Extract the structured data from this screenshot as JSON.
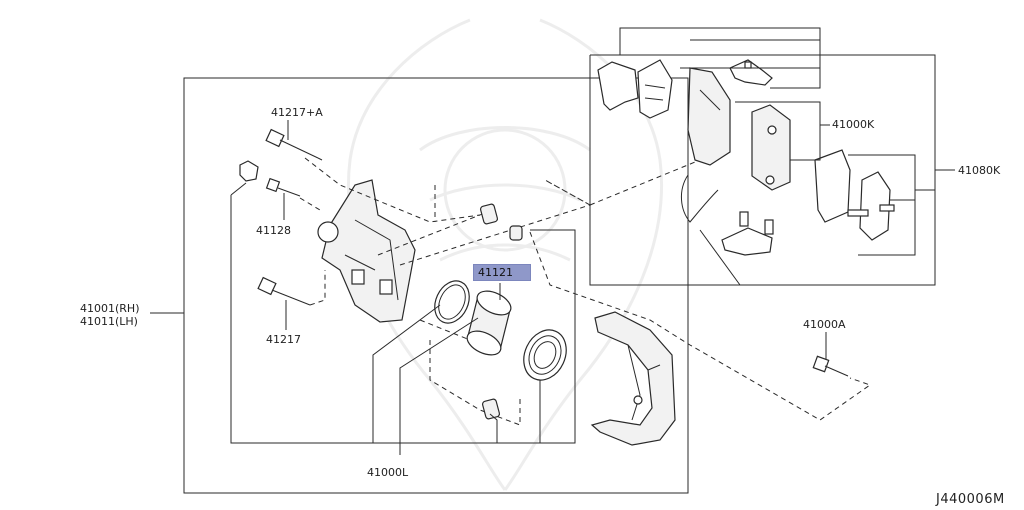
{
  "diagram": {
    "labels": {
      "p41217a": "41217+A",
      "p41128": "41128",
      "p41217": "41217",
      "p41001": "41001(RH)",
      "p41011": "41011(LH)",
      "p41121": "41121",
      "p41000l": "41000L",
      "p41000k": "41000K",
      "p41080k": "41080K",
      "p41000a": "41000A"
    },
    "diagram_code": "J440006M",
    "highlight_color": "#8f98c9",
    "line_color": "#2a2a2a",
    "parts": [
      "caliper-body-icon",
      "slide-pin-icon",
      "bleeder-screw-icon",
      "bolt-icon",
      "piston-icon",
      "piston-seal-icon",
      "dust-boot-icon",
      "caliper-bracket-icon",
      "brake-pad-icon",
      "pad-shim-icon",
      "anti-rattle-clip-icon",
      "wear-sensor-spring-icon"
    ]
  }
}
